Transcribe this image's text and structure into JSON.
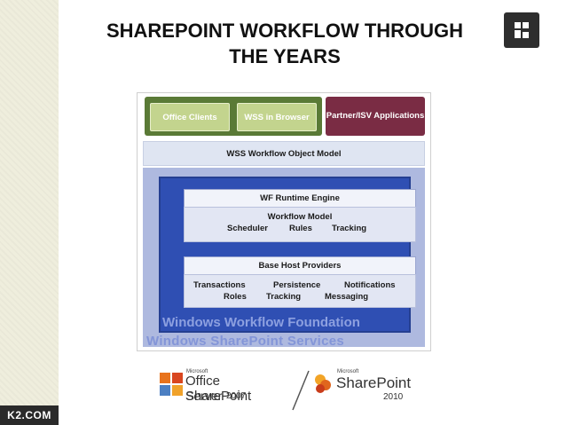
{
  "slide": {
    "title_line1": "SHAREPOINT WORKFLOW THROUGH",
    "title_line2": "THE YEARS",
    "brand_text": "K2.COM"
  },
  "diagram": {
    "office_clients": "Office Clients",
    "wss_browser": "WSS in Browser",
    "partner": "Partner/ISV Applications",
    "object_model": "WSS Workflow Object Model",
    "runtime_engine": "WF Runtime Engine",
    "workflow_model": "Workflow Model",
    "model_items": [
      "Scheduler",
      "Rules",
      "Tracking"
    ],
    "host_providers": "Base Host Providers",
    "host_row1": [
      "Transactions",
      "Persistence",
      "Notifications"
    ],
    "host_row2": [
      "Roles",
      "Tracking",
      "Messaging"
    ],
    "wf_label": "Windows Workflow Foundation",
    "wss_label": "Windows SharePoint Services"
  },
  "logos": {
    "moss_small": "Microsoft",
    "moss_line1": "Office SharePoint",
    "moss_line2": "Server",
    "moss_year": "2007",
    "sp_small": "Microsoft",
    "sp_name": "SharePoint",
    "sp_year": "2010"
  },
  "colors": {
    "client_green": "#5a7a36",
    "client_light": "#c3d48e",
    "partner": "#7a2c44",
    "wf_blue": "#2f4fb3",
    "wss_blue": "#aeb9df"
  }
}
